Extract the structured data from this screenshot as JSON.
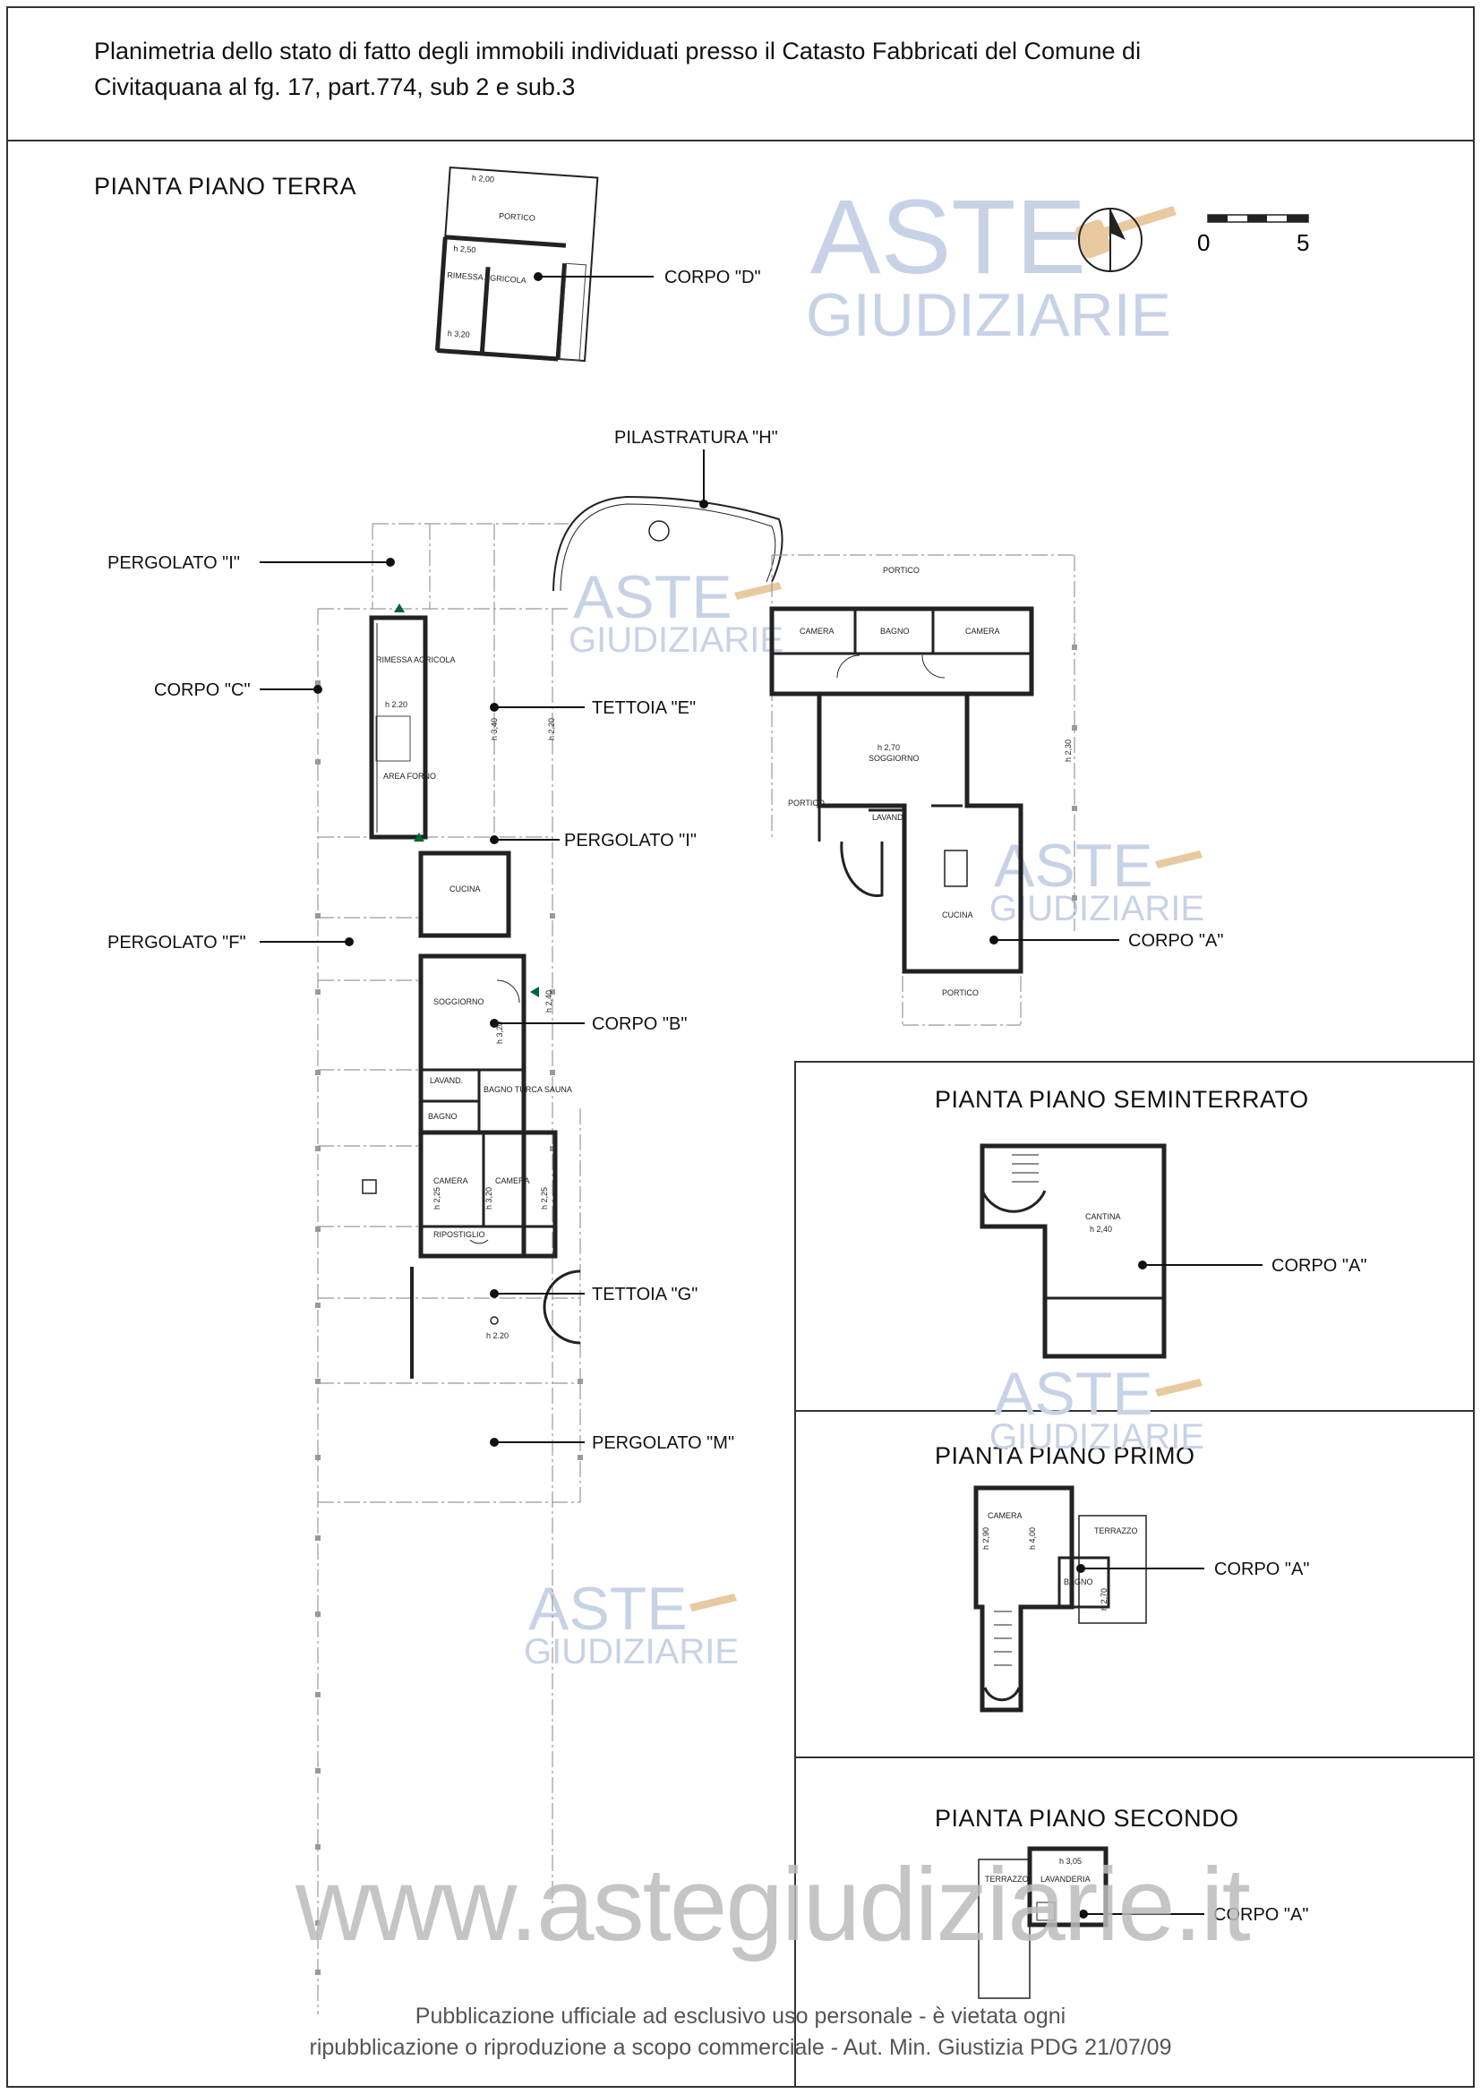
{
  "header": {
    "line1": "Planimetria dello stato di fatto degli immobili individuati presso il Catasto Fabbricati del Comune di",
    "line2": "Civitaquana al fg. 17, part.774, sub 2 e sub.3"
  },
  "plans": {
    "ground": "PIANTA PIANO TERRA",
    "basement": "PIANTA PIANO SEMINTERRATO",
    "first": "PIANTA PIANO PRIMO",
    "second": "PIANTA PIANO SECONDO"
  },
  "scale": {
    "zero": "0",
    "five": "5"
  },
  "labels": {
    "corpo_d": "CORPO \"D\"",
    "pilastratura_h": "PILASTRATURA \"H\"",
    "pergolato_i_top": "PERGOLATO \"I\"",
    "corpo_c": "CORPO \"C\"",
    "tettoia_e": "TETTOIA \"E\"",
    "pergolato_i_mid": "PERGOLATO \"I\"",
    "pergolato_f": "PERGOLATO \"F\"",
    "corpo_b": "CORPO \"B\"",
    "corpo_a": "CORPO \"A\"",
    "tettoia_g": "TETTOIA \"G\"",
    "pergolato_m": "PERGOLATO \"M\"",
    "corpo_a_basement": "CORPO \"A\"",
    "corpo_a_first": "CORPO \"A\"",
    "corpo_a_second": "CORPO \"A\""
  },
  "rooms": {
    "portico": "PORTICO",
    "rimessa_agricola": "RIMESSA AGRICOLA",
    "area_forno": "AREA FORNO",
    "camera": "CAMERA",
    "bagno": "BAGNO",
    "soggiorno": "SOGGIORNO",
    "lavand": "LAVAND.",
    "lavanderia": "LAVANDERIA",
    "cucina": "CUCINA",
    "bagno_turca_sauna": "BAGNO TURCA SAUNA",
    "ripostiglio": "RIPOSTIGLIO",
    "cantina": "CANTINA",
    "terrazzo": "TERRAZZO"
  },
  "heights": {
    "h200": "h 2,00",
    "h250": "h 2,50",
    "h320": "h 3,20",
    "h220": "h 2.20",
    "h340": "h 3,40",
    "h220b": "h 2,20",
    "h270": "h 2,70",
    "h230": "h 2,30",
    "h240": "h 2,40",
    "h225": "h 2,25",
    "h240b": "h 2,40",
    "h400": "h 4,00",
    "h290": "h 2,90",
    "h305": "h 3,05"
  },
  "watermark": {
    "aste": "ASTE",
    "giudiziarie": "GIUDIZIARIE",
    "website": "www.astegiudiziarie.it"
  },
  "footer": {
    "line1": "Pubblicazione ufficiale ad esclusivo uso personale - è vietata ogni",
    "line2": "ripubblicazione o riproduzione a scopo commerciale - Aut. Min. Giustizia PDG 21/07/09"
  }
}
